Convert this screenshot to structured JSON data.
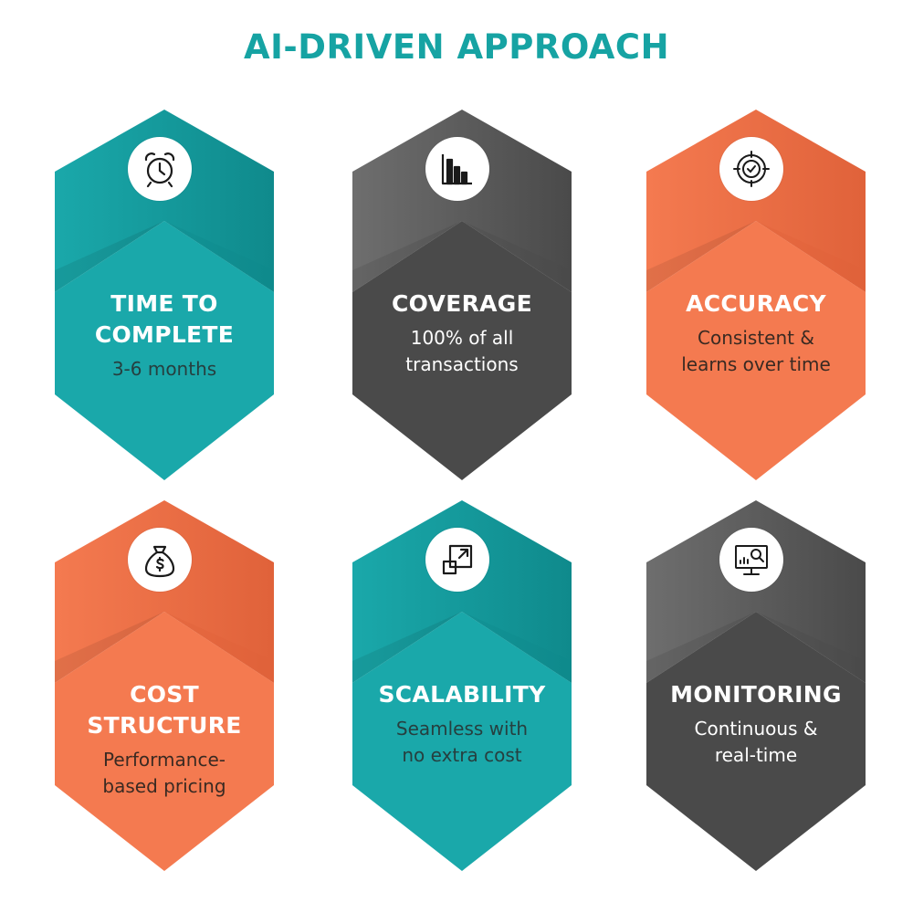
{
  "title": "AI-DRIVEN APPROACH",
  "colors": {
    "title": "#16a3a3",
    "teal": "#1aa8aa",
    "teal_dark": "#0f8a8c",
    "gray": "#6e6e6e",
    "gray_dark": "#4a4a4a",
    "orange": "#f47a50",
    "orange_dark": "#e0623a"
  },
  "cards": [
    {
      "heading_line1": "TIME TO",
      "heading_line2": "COMPLETE",
      "desc_line1": "3-6 months",
      "desc_line2": "",
      "icon": "alarm-clock-icon",
      "theme": "teal"
    },
    {
      "heading_line1": "COVERAGE",
      "heading_line2": "",
      "desc_line1": "100% of all",
      "desc_line2": "transactions",
      "icon": "bar-chart-icon",
      "theme": "gray"
    },
    {
      "heading_line1": "ACCURACY",
      "heading_line2": "",
      "desc_line1": "Consistent &",
      "desc_line2": "learns over time",
      "icon": "target-check-icon",
      "theme": "orange"
    },
    {
      "heading_line1": "COST",
      "heading_line2": "STRUCTURE",
      "desc_line1": "Performance-",
      "desc_line2": "based pricing",
      "icon": "money-bag-icon",
      "theme": "orange"
    },
    {
      "heading_line1": "SCALABILITY",
      "heading_line2": "",
      "desc_line1": "Seamless with",
      "desc_line2": "no extra cost",
      "icon": "scale-up-icon",
      "theme": "teal"
    },
    {
      "heading_line1": "MONITORING",
      "heading_line2": "",
      "desc_line1": "Continuous &",
      "desc_line2": "real-time",
      "icon": "monitor-analytics-icon",
      "theme": "gray"
    }
  ]
}
